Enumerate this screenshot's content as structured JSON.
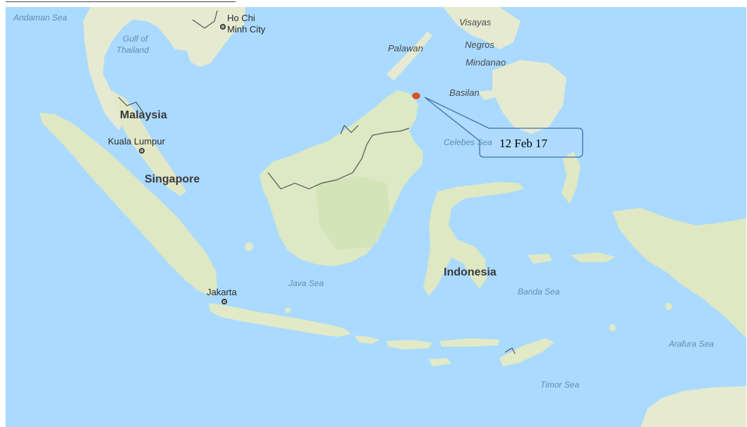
{
  "labels": {
    "andaman_sea": "Andaman Sea",
    "gulf_of": "Gulf of",
    "thailand": "Thailand",
    "ho_chi": "Ho Chi",
    "minh_city": "Minh City",
    "palawan": "Palawan",
    "visayas": "Visayas",
    "negros": "Negros",
    "mindanao": "Mindanao",
    "basilan": "Basilan",
    "malaysia": "Malaysia",
    "kuala_lumpur": "Kuala Lumpur",
    "singapore": "Singapore",
    "celebes_sea": "Celebes Sea",
    "jakarta": "Jakarta",
    "java_sea": "Java Sea",
    "indonesia": "Indonesia",
    "banda_sea": "Banda Sea",
    "arafura_sea": "Arafura Sea",
    "timor_sea": "Timor Sea"
  },
  "callout": {
    "text": "12 Feb 17"
  },
  "colors": {
    "water": "#aadaff",
    "land": "#e8ebd1",
    "land_green": "#d8e8c0",
    "border": "#555555",
    "marker": "#e8541c",
    "callout_stroke": "#3f6fa6"
  }
}
